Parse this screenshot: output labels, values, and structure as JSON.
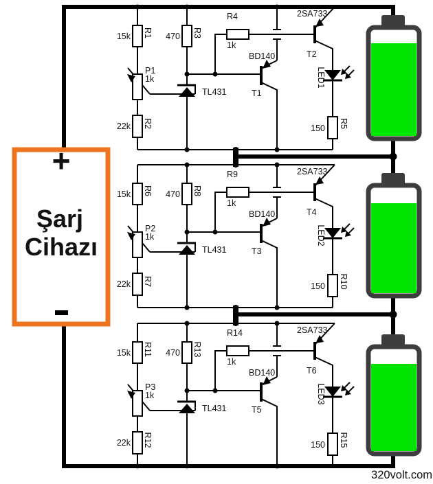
{
  "charger": {
    "plus_symbol": "+",
    "label_line1": "Şarj",
    "label_line2": "Cihazı",
    "minus_symbol": "-",
    "border_color": "#ee7420",
    "plus_color": "#fe0000",
    "label_color": "#801312"
  },
  "watermark": "320volt.com",
  "colors": {
    "wire": "#000000",
    "battery_case": "#3d3d3d",
    "battery_fill": "#00e400",
    "background": "#ffffff"
  },
  "stages": [
    {
      "r_top": {
        "name": "R1",
        "value": "15k"
      },
      "r_mid": {
        "name": "R3",
        "value": "470"
      },
      "r_base": {
        "name": "R4",
        "value": "1k"
      },
      "pot": {
        "name": "P1",
        "value": "1k"
      },
      "shunt_label": "TL431",
      "t_left": {
        "type": "BD140",
        "name": "T1"
      },
      "t_right": {
        "type": "2SA733",
        "name": "T2"
      },
      "led_label": "LED1",
      "r_led": {
        "name": "R5",
        "value": "150"
      },
      "r_bottom": {
        "name": "R2",
        "value": "22k"
      }
    },
    {
      "r_top": {
        "name": "R6",
        "value": "15k"
      },
      "r_mid": {
        "name": "R8",
        "value": "470"
      },
      "r_base": {
        "name": "R9",
        "value": "1k"
      },
      "pot": {
        "name": "P2",
        "value": "1k"
      },
      "shunt_label": "TL431",
      "t_left": {
        "type": "BD140",
        "name": "T3"
      },
      "t_right": {
        "type": "2SA733",
        "name": "T4"
      },
      "led_label": "LED2",
      "r_led": {
        "name": "R10",
        "value": "150"
      },
      "r_bottom": {
        "name": "R7",
        "value": "22k"
      }
    },
    {
      "r_top": {
        "name": "R11",
        "value": "15k"
      },
      "r_mid": {
        "name": "R13",
        "value": "470"
      },
      "r_base": {
        "name": "R14",
        "value": "1k"
      },
      "pot": {
        "name": "P3",
        "value": "1k"
      },
      "shunt_label": "TL431",
      "t_left": {
        "type": "BD140",
        "name": "T5"
      },
      "t_right": {
        "type": "2SA733",
        "name": "T6"
      },
      "led_label": "LED3",
      "r_led": {
        "name": "R15",
        "value": "150"
      },
      "r_bottom": {
        "name": "R12",
        "value": "22k"
      }
    }
  ]
}
